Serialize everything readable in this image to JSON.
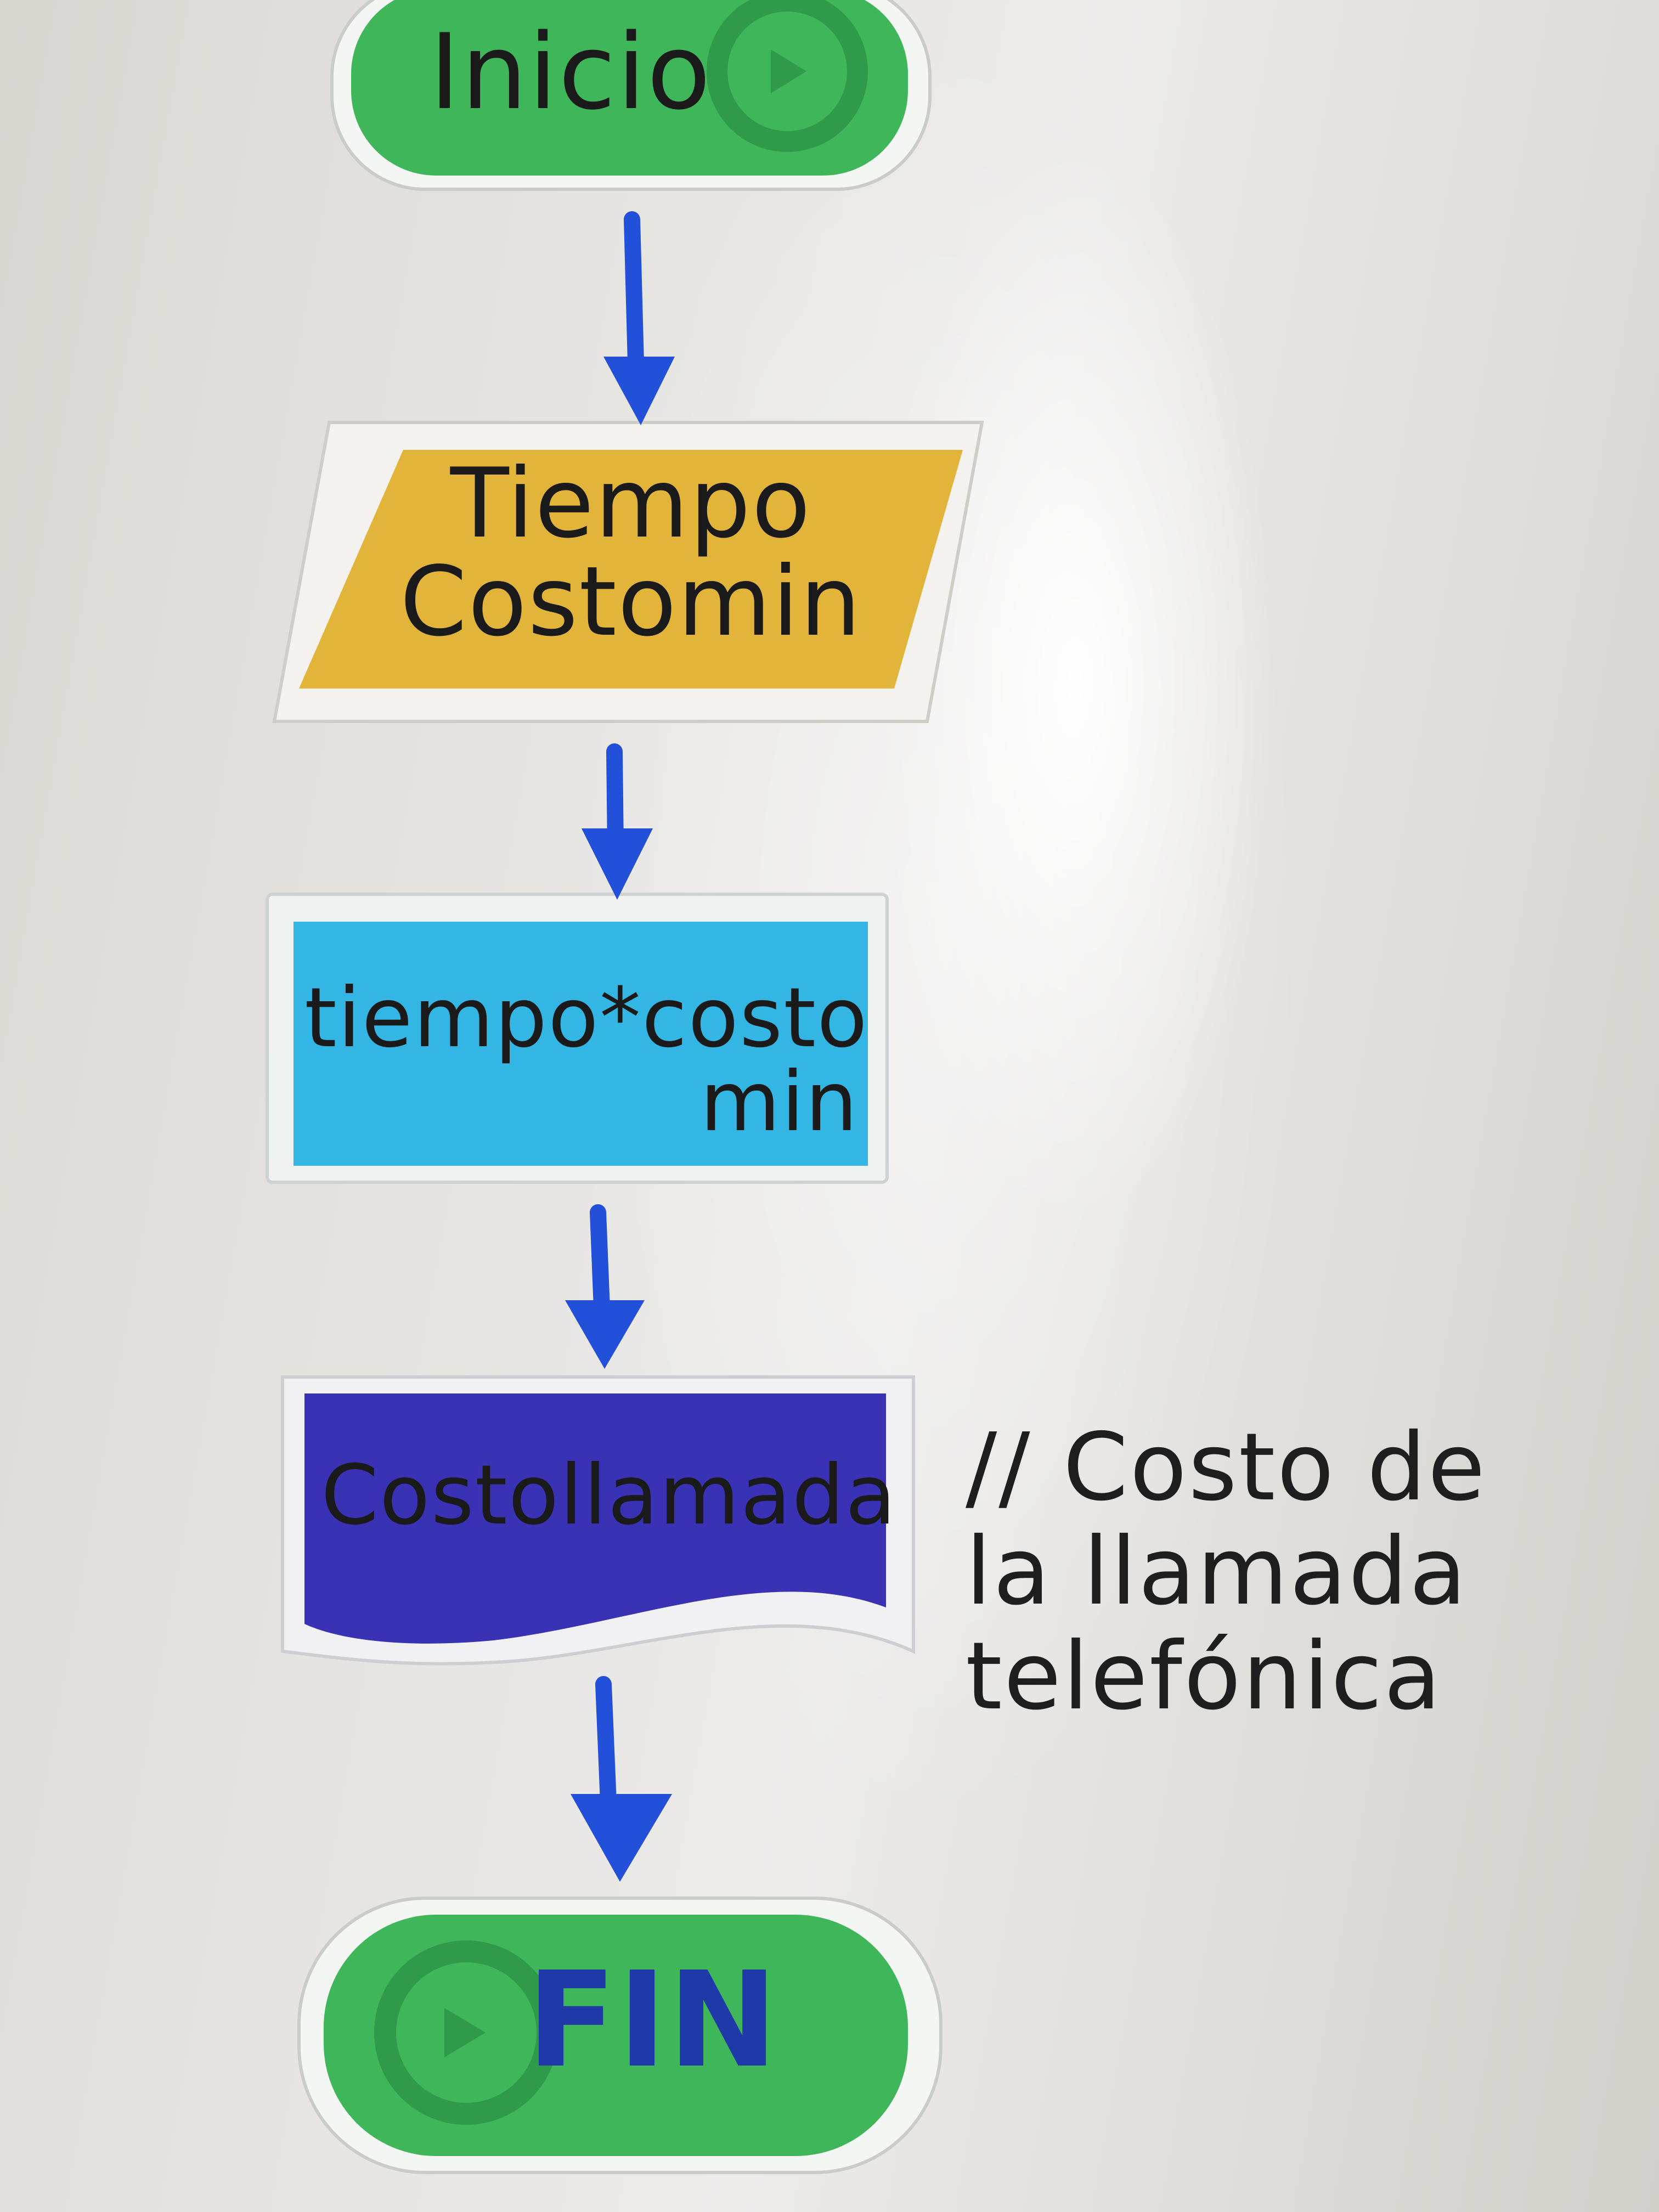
{
  "diagram": {
    "type": "flowchart",
    "nodes": [
      {
        "id": "start",
        "shape": "terminator",
        "text": "Inicio",
        "color": "#3fb65a"
      },
      {
        "id": "input",
        "shape": "parallelogram",
        "text": "Tiempo\nCostomin",
        "color": "#e2b53a"
      },
      {
        "id": "process",
        "shape": "rectangle",
        "text": "tiempo*costo\nmin",
        "color": "#33b6e3"
      },
      {
        "id": "output",
        "shape": "document",
        "text": "Costollamada",
        "color": "#3a32b4"
      },
      {
        "id": "end",
        "shape": "terminator",
        "text": "FIN",
        "color": "#3fb65a"
      }
    ],
    "edges": [
      {
        "from": "start",
        "to": "input"
      },
      {
        "from": "input",
        "to": "process"
      },
      {
        "from": "process",
        "to": "output"
      },
      {
        "from": "output",
        "to": "end"
      }
    ],
    "comment": "// Costo de\nla llamada\ntelefónica",
    "arrow_color": "#2250d8"
  }
}
